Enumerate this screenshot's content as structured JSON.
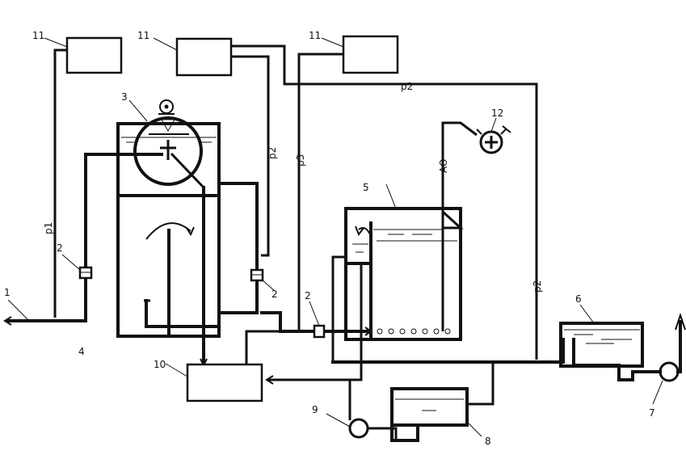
{
  "labels": {
    "inlet": "1",
    "valve_left": "2",
    "valve_right": "2",
    "valve_mid": "2",
    "drum": "3",
    "tank_main": "4",
    "tank_aeration": "5",
    "tank_small": "6",
    "pump_right": "7",
    "tank_bottom": "8",
    "pump_bottom": "9",
    "controller": "10",
    "sensor_a": "11",
    "sensor_b": "11",
    "sensor_c": "11",
    "blower": "12"
  },
  "signals": {
    "p1": "p1",
    "p2_vertical": "p2",
    "p3": "p3",
    "p2_top": "p2",
    "p2_right": "p2",
    "ao": "AO"
  }
}
